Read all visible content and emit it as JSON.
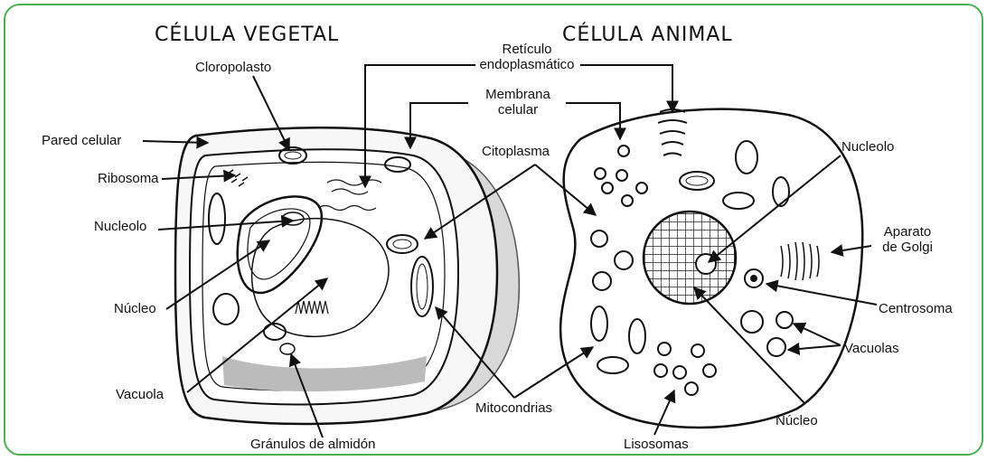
{
  "colors": {
    "frame": "#4caf50",
    "ink": "#111111",
    "shade": "#d8d8d8"
  },
  "titles": {
    "plant": "CÉLULA VEGETAL",
    "animal": "CÉLULA ANIMAL"
  },
  "labels": {
    "cloroplasto": "Cloropolasto",
    "reticulo": "Retículo\nendoplasmático",
    "membrana": "Membrana\ncelular",
    "pared": "Pared celular",
    "ribosoma": "Ribosoma",
    "nucleolo_plant": "Nucleolo",
    "nucleo_plant": "Núcleo",
    "vacuola": "Vacuola",
    "granulos": "Gránulos de almidón",
    "citoplasma": "Citoplasma",
    "mitocondrias": "Mitocondrias",
    "lisosomas": "Lisosomas",
    "nucleolo_animal": "Nucleolo",
    "golgi": "Aparato\nde Golgi",
    "centrosoma": "Centrosoma",
    "vacuolas": "Vacuolas",
    "nucleo_animal": "Núcleo"
  }
}
